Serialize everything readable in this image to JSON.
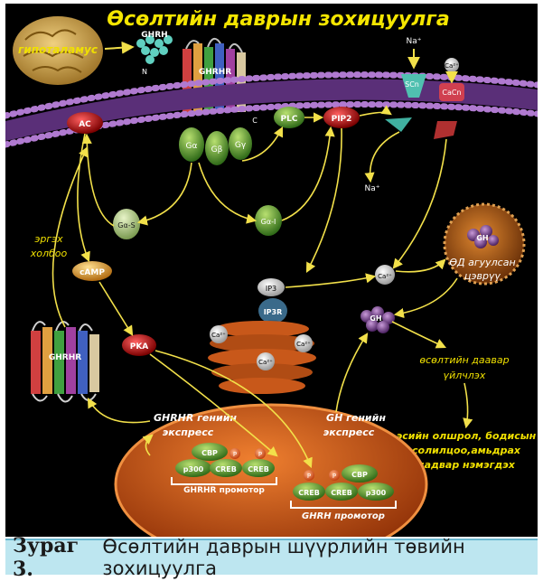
{
  "title": "Өсөлтийн даврын зохицуулга",
  "labels": {
    "hypothalamus": "гипоталамус",
    "ghrh": "GHRH",
    "n_terminal": "N",
    "c_terminal": "C",
    "ghrhr_top": "GHRHR",
    "ghrhr_side": "GHRHR",
    "na_top": "Na⁺",
    "na_mid": "Na⁺",
    "ca_top": "Ca²⁺",
    "scn": "SCn",
    "cacn": "CaCn",
    "ac": "AC",
    "g_alpha": "Gα",
    "g_beta": "Gβ",
    "g_gamma": "Gγ",
    "plc": "PLC",
    "pip2": "PIP2",
    "g_alpha_s": "Gα-S",
    "g_alpha_i": "Gα-I",
    "feedback_1": "эргэх",
    "feedback_2": "холбоо",
    "camp": "cAMP",
    "pka": "PKA",
    "ip3": "IP3",
    "ip3r": "IP3R",
    "ca_er_1": "Ca²⁺",
    "ca_er_2": "Ca²⁺",
    "ca_er_3": "Ca²⁺",
    "ca_cyto": "Ca²⁺",
    "gh_granule": "GH",
    "gh_cluster": "GH",
    "vesicle_1": "ӨД агуулсан",
    "vesicle_2": "цэврүү",
    "effect_1": "өсөлтийн даавар",
    "effect_2": "үйлчлэх",
    "result_1": "эсийн олшрол, бодисын",
    "result_2": "солилцоо,амьдрах",
    "result_3": "чадвар нэмэгдэх",
    "ghrhr_expr_1": "GHRHR генийн",
    "ghrhr_expr_2": "экспресс",
    "gh_expr_1": "GH генийн",
    "gh_expr_2": "экспресс",
    "cbp_left": "CBP",
    "p_left_1": "P",
    "p_left_2": "P",
    "p300_left": "p300",
    "creb_left_1": "CREB",
    "creb_left_2": "CREB",
    "promoter_left": "GHRHR промотор",
    "cbp_right": "CBP",
    "p_right_1": "P",
    "p_right_2": "P",
    "creb_right_1": "CREB",
    "creb_right_2": "CREB",
    "p300_right": "p300",
    "promoter_right": "GHRH промотор"
  },
  "caption": {
    "prefix": "Зураг 3.",
    "text": "Өсөлтийн даврын шүүрлийн төвийн зохицуулга"
  },
  "colors": {
    "background": "#000000",
    "title": "#f5e600",
    "label_yellow": "#f0e000",
    "arrow": "#f2e04a",
    "membrane": "#8a4fb0",
    "nucleus": "#d4601a",
    "er": "#c8581a",
    "caption_bg": "#bde6f0"
  }
}
